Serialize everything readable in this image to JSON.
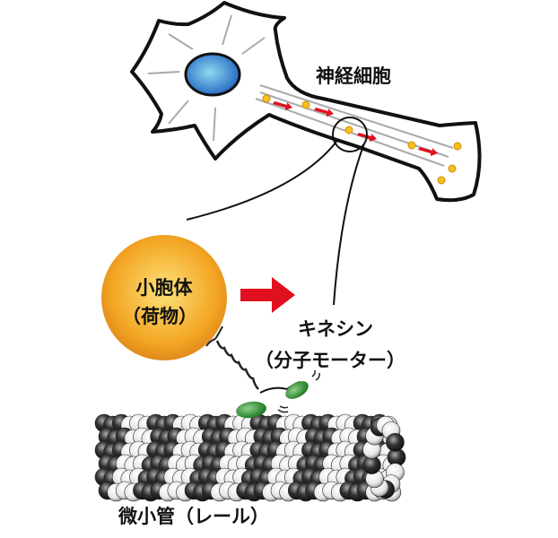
{
  "labels": {
    "neuron": "神経細胞",
    "vesicle_line1": "小胞体",
    "vesicle_line2": "（荷物）",
    "kinesin_line1": "キネシン",
    "kinesin_line2": "（分子モーター）",
    "microtubule": "微小管（レール）"
  },
  "colors": {
    "nucleus": "#2f7fcf",
    "vesicle": "#f0a020",
    "arrow": "#e0101e",
    "kinesin": "#3a9a3a",
    "cargo_dot": "#f5c020"
  }
}
